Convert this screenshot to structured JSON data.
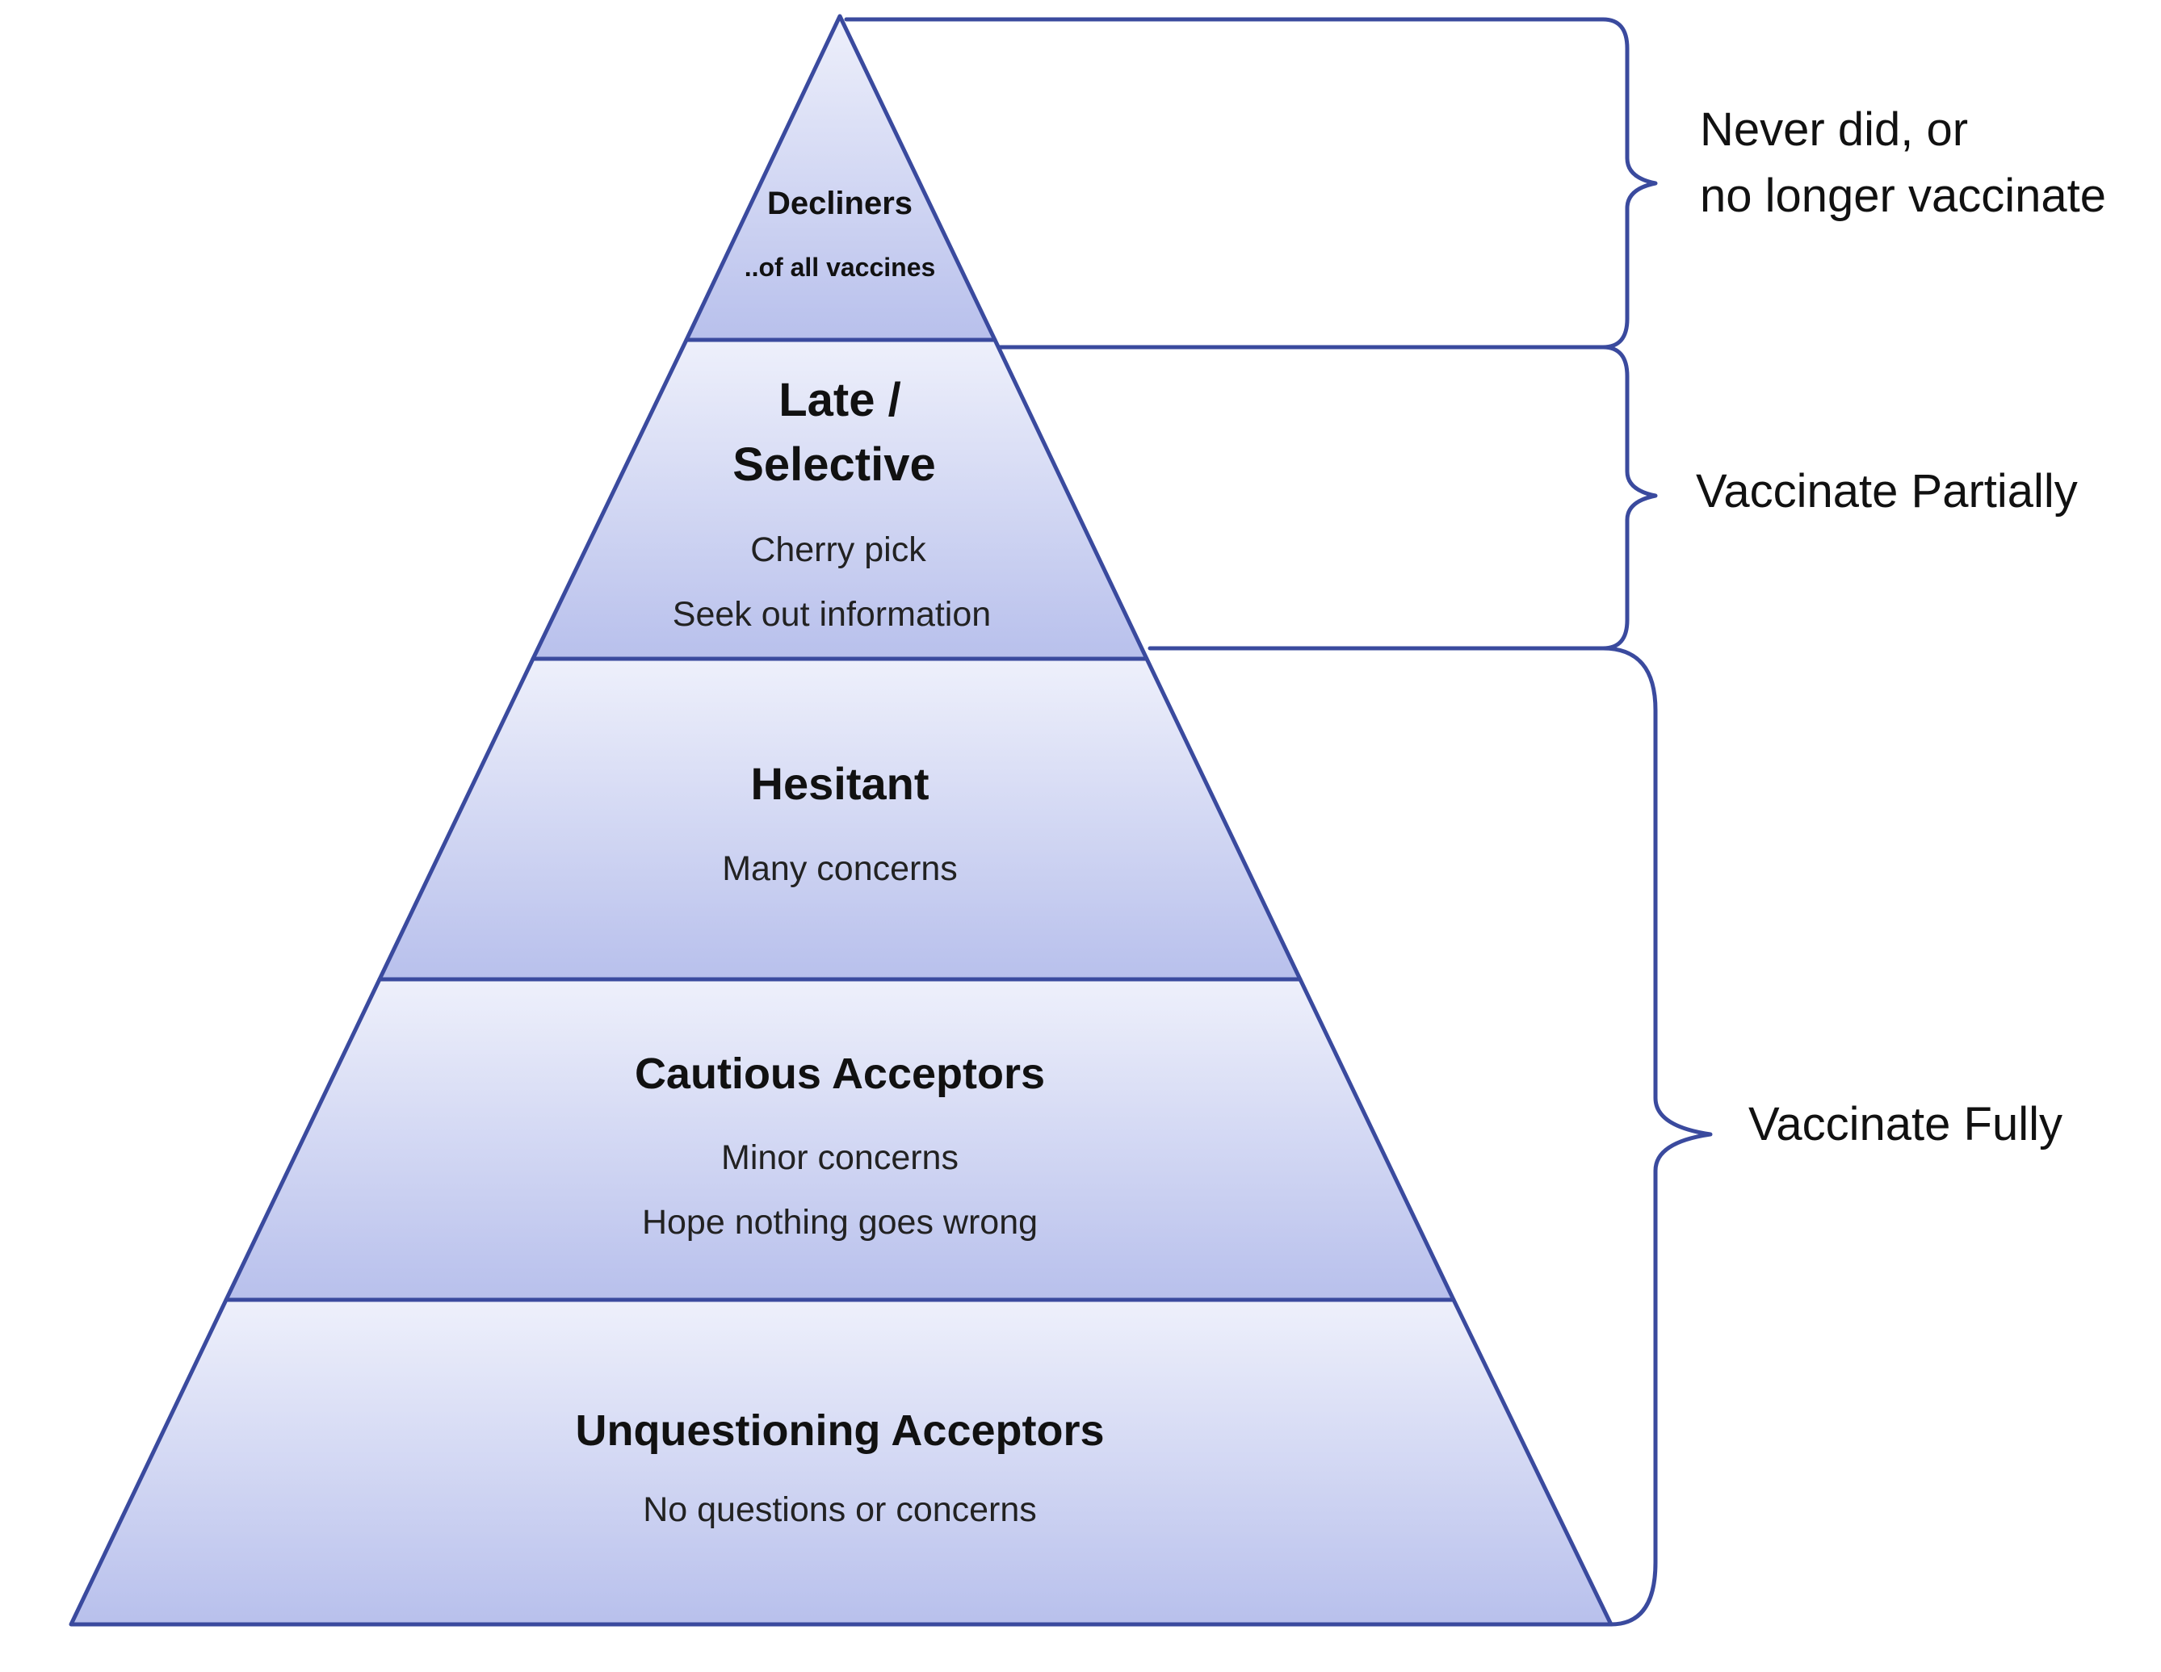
{
  "colors": {
    "outline": "#3a4a9e",
    "tier_fill_light": "#eef0fb",
    "tier_fill_dark": "#b8c0ec",
    "text": "#111111"
  },
  "tiers": [
    {
      "title": "Decliners",
      "lines": [
        "..of all vaccines"
      ]
    },
    {
      "title_lines": [
        "Late /",
        "Selective"
      ],
      "lines": [
        "Cherry pick",
        "Seek out information"
      ]
    },
    {
      "title": "Hesitant",
      "lines": [
        "Many concerns"
      ]
    },
    {
      "title": "Cautious Acceptors",
      "lines": [
        "Minor concerns",
        "Hope nothing goes wrong"
      ]
    },
    {
      "title": "Unquestioning Acceptors",
      "lines": [
        "No questions or concerns"
      ]
    }
  ],
  "groups": [
    {
      "lines": [
        "Never did, or",
        "no longer vaccinate"
      ]
    },
    {
      "lines": [
        "Vaccinate Partially"
      ]
    },
    {
      "lines": [
        "Vaccinate Fully"
      ]
    }
  ]
}
